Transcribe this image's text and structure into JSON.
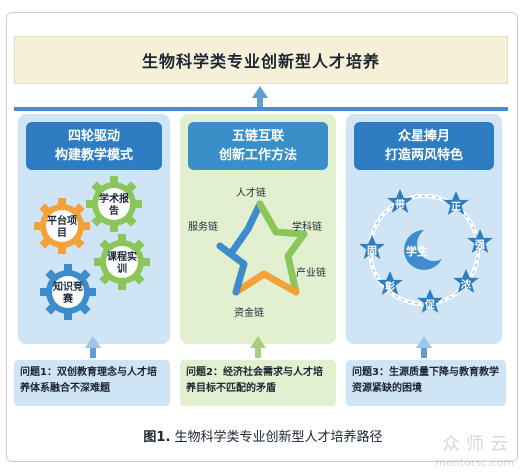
{
  "header": {
    "title": "生物科学类专业创新型人才培养"
  },
  "panels": [
    {
      "heading_line1": "四轮驱动",
      "heading_line2": "构建教学模式",
      "gears": [
        "学术报告",
        "平台项目",
        "课程实训",
        "知识竞赛"
      ],
      "problem": "问题1：双创教育理念与人才培养体系融合不深难题"
    },
    {
      "heading_line1": "五链互联",
      "heading_line2": "创新工作方法",
      "chains": [
        "人才链",
        "学科链",
        "产业链",
        "资金链",
        "服务链"
      ],
      "problem": "问题2：经济社会需求与人才培养目标不匹配的矛盾"
    },
    {
      "heading_line1": "众星捧月",
      "heading_line2": "打造两风特色",
      "center": "学生",
      "stars": [
        "带",
        "正",
        "强",
        "浓",
        "促",
        "彰",
        "固"
      ],
      "problem": "问题3：生源质量下降与教育教学资源紧缺的困境"
    }
  ],
  "caption": {
    "label": "图1.",
    "text": "生物科学类专业创新型人才培养路径"
  },
  "watermark": {
    "text": "众师云",
    "url": "mentorsc.com"
  },
  "colors": {
    "accent_blue": "#2e7cc1",
    "panel_blue": "#cfe5f6",
    "panel_green": "#e3f0cf",
    "header_bg": "#f6f0d9",
    "gear_orange": "#f3a23a",
    "gear_green": "#8cc65a",
    "gear_blue": "#3d8ccb"
  }
}
